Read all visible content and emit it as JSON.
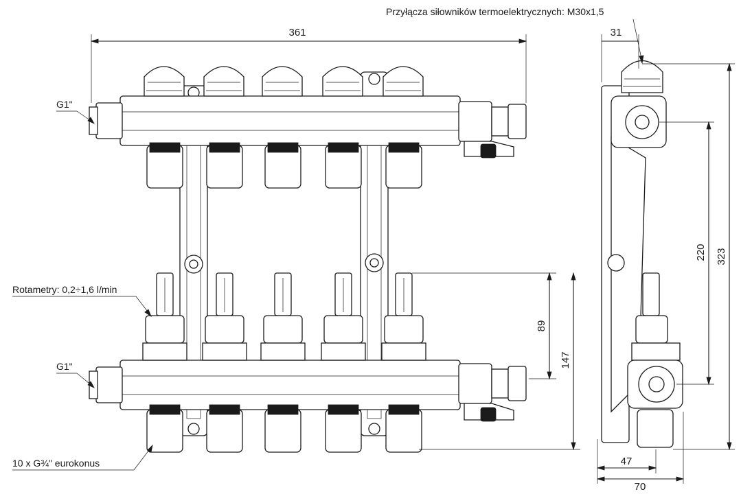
{
  "callouts": {
    "actuator_ports": "Przyłącza siłowników termoelektrycznych: M30x1,5",
    "inlet_top": "G1\"",
    "inlet_bottom": "G1\"",
    "rotameters": "Rotametry: 0,2÷1,6 l/min",
    "outlets": "10 x G¾\" eurokonus"
  },
  "dimensions": {
    "overall_width": "361",
    "side_top_width": "31",
    "lower_rotameter_height": "89",
    "lower_total_height": "147",
    "axis_spacing": "220",
    "overall_height": "323",
    "side_depth_inner": "47",
    "side_depth_total": "70"
  }
}
